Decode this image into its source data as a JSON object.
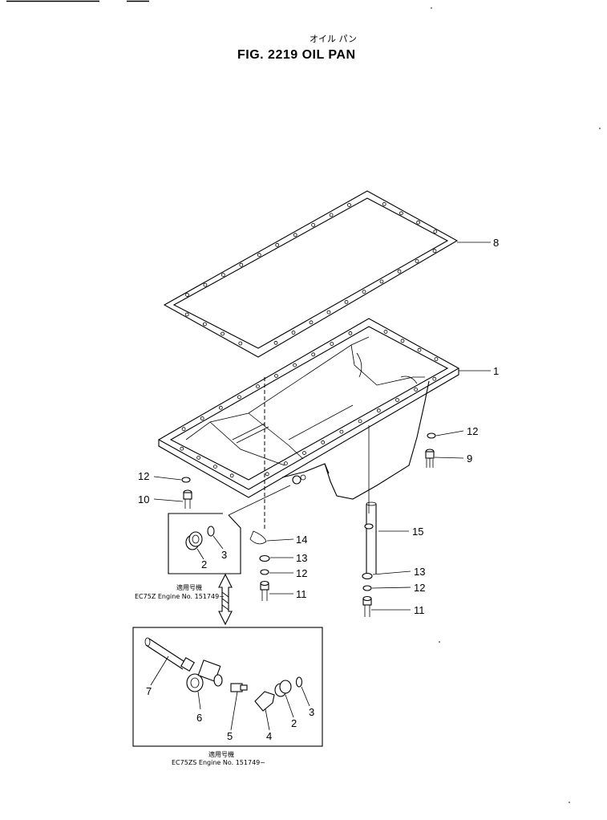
{
  "header": {
    "title_jp": "オイル パン",
    "title": "FIG. 2219   OIL  PAN"
  },
  "callouts": [
    {
      "id": "c8",
      "label": "8"
    },
    {
      "id": "c1",
      "label": "1"
    },
    {
      "id": "c12a",
      "label": "12"
    },
    {
      "id": "c9",
      "label": "9"
    },
    {
      "id": "c12b",
      "label": "12"
    },
    {
      "id": "c10",
      "label": "10"
    },
    {
      "id": "c14",
      "label": "14"
    },
    {
      "id": "c13a",
      "label": "13"
    },
    {
      "id": "c12c",
      "label": "12"
    },
    {
      "id": "c11a",
      "label": "11"
    },
    {
      "id": "c15",
      "label": "15"
    },
    {
      "id": "c13b",
      "label": "13"
    },
    {
      "id": "c12d",
      "label": "12"
    },
    {
      "id": "c11b",
      "label": "11"
    },
    {
      "id": "c2a",
      "label": "2"
    },
    {
      "id": "c3a",
      "label": "3"
    },
    {
      "id": "c7",
      "label": "7"
    },
    {
      "id": "c6",
      "label": "6"
    },
    {
      "id": "c5",
      "label": "5"
    },
    {
      "id": "c4",
      "label": "4"
    },
    {
      "id": "c2b",
      "label": "2"
    },
    {
      "id": "c3b",
      "label": "3"
    }
  ],
  "notes": {
    "upper_jp": "適用号機",
    "upper": "EC75Z  Engine  No. 151749~",
    "lower_jp": "適用号機",
    "lower": "EC75ZS  Engine  No. 151749~"
  }
}
